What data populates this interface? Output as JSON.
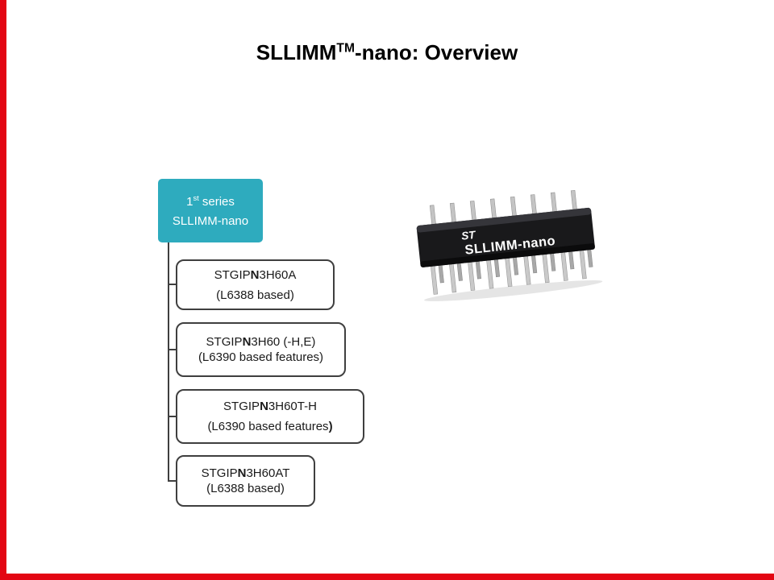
{
  "slide": {
    "title": {
      "brand": "SLLIMM",
      "tm": "TM",
      "rest": "-nano: Overview"
    }
  },
  "colors": {
    "accent_red": "#E30613",
    "root_teal": "#2EABBE",
    "line_dark": "#3F3F3F"
  },
  "hierarchy": {
    "root": {
      "l1_num": "1",
      "l1_sup": "st",
      "l1_rest": " series",
      "l2": "SLLIMM-nano"
    },
    "children": [
      {
        "pre": "STGIP",
        "b": "N",
        "post": "3H60A",
        "sub": "(L6388 based)",
        "sub_b": ""
      },
      {
        "pre": "STGIP",
        "b": "N",
        "post": "3H60 (-H,E)",
        "sub": "(L6390 based features)",
        "sub_b": ""
      },
      {
        "pre": "STGIP",
        "b": "N",
        "post": "3H60T-H",
        "sub": "(L6390 based features",
        "sub_b": ")"
      },
      {
        "pre": "STGIP",
        "b": "N",
        "post": "3H60AT",
        "sub": "(L6388 based)",
        "sub_b": ""
      }
    ]
  },
  "chip": {
    "label": "SLLIMM-nano",
    "logo": "ST"
  }
}
